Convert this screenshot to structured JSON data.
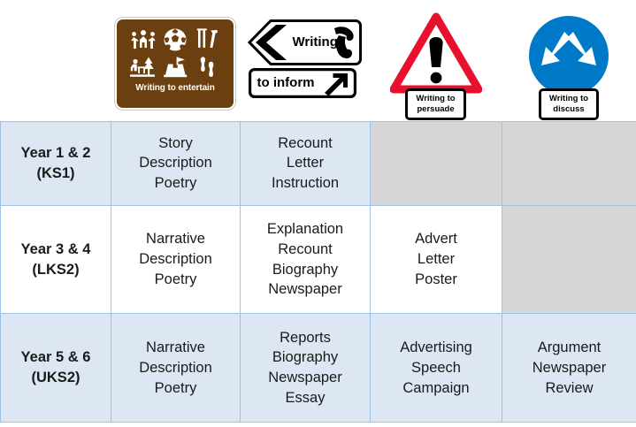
{
  "signs": [
    {
      "id": "writing-to-entertain",
      "caption": "Writing to entertain",
      "type": "brown-tourist-sign",
      "color": "#6b3f10",
      "icons": [
        "theatre-icon",
        "football-icon",
        "cricket-icon",
        "picnic-site-icon",
        "sandcastle-icon",
        "bowling-icon"
      ]
    },
    {
      "id": "writing-to-inform",
      "caption_line1": "Writing",
      "caption_line2": "to inform",
      "type": "white-direction-sign",
      "color": "#000000",
      "icons": [
        "left-chevron-icon",
        "telephone-icon",
        "diagonal-arrow-icon"
      ]
    },
    {
      "id": "writing-to-persuade",
      "caption_line1": "Writing to",
      "caption_line2": "persuade",
      "type": "red-warning-triangle",
      "color": "#e8112d",
      "icons": [
        "exclamation-mark-icon"
      ]
    },
    {
      "id": "writing-to-discuss",
      "caption_line1": "Writing to",
      "caption_line2": "discuss",
      "type": "blue-circle-sign",
      "color": "#0079c8",
      "icons": [
        "two-diverging-arrows-icon"
      ]
    }
  ],
  "table": {
    "colors": {
      "border": "#9dc3e6",
      "tinted_row": "#dce7f3",
      "plain_row": "#ffffff",
      "blank_cell": "#d6d6d6"
    },
    "rows": [
      {
        "label_line1": "Year 1 & 2",
        "label_line2": "(KS1)",
        "tinted": true,
        "cells": [
          {
            "text": "Story\nDescription\nPoetry",
            "blank": false
          },
          {
            "text": "Recount\nLetter\nInstruction",
            "blank": false
          },
          {
            "text": "",
            "blank": true
          },
          {
            "text": "",
            "blank": true
          }
        ]
      },
      {
        "label_line1": "Year 3 & 4",
        "label_line2": "(LKS2)",
        "tinted": false,
        "cells": [
          {
            "text": "Narrative\nDescription\nPoetry",
            "blank": false
          },
          {
            "text": "Explanation\nRecount\nBiography\nNewspaper",
            "blank": false
          },
          {
            "text": "Advert\nLetter\nPoster",
            "blank": false
          },
          {
            "text": "",
            "blank": true
          }
        ]
      },
      {
        "label_line1": "Year 5 & 6",
        "label_line2": "(UKS2)",
        "tinted": true,
        "cells": [
          {
            "text": "Narrative\nDescription\nPoetry",
            "blank": false
          },
          {
            "text": "Reports\nBiography\nNewspaper\nEssay",
            "blank": false
          },
          {
            "text": "Advertising\nSpeech\nCampaign",
            "blank": false
          },
          {
            "text": "Argument\nNewspaper\nReview",
            "blank": false
          }
        ]
      }
    ]
  }
}
